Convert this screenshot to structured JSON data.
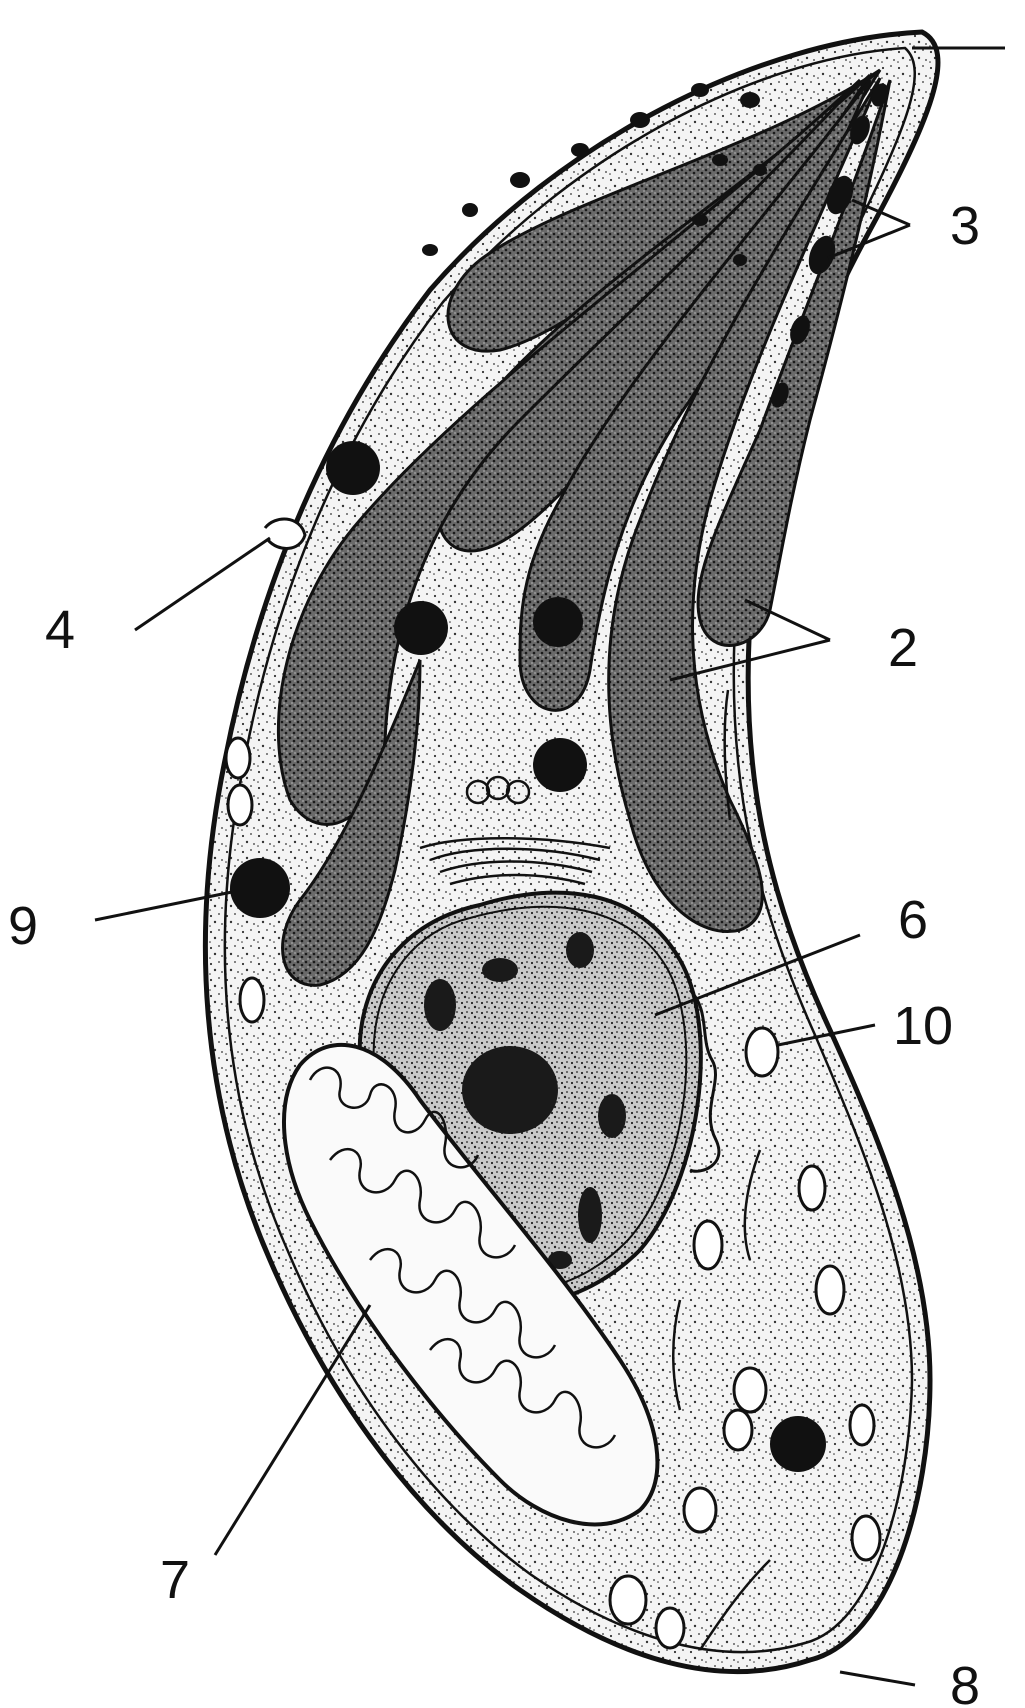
{
  "figure": {
    "labels": [
      {
        "id": "1",
        "text": ""
      },
      {
        "id": "2",
        "text": "2"
      },
      {
        "id": "3",
        "text": "3"
      },
      {
        "id": "4",
        "text": "4"
      },
      {
        "id": "6",
        "text": "6"
      },
      {
        "id": "7",
        "text": "7"
      },
      {
        "id": "8",
        "text": "8"
      },
      {
        "id": "9",
        "text": "9"
      },
      {
        "id": "10",
        "text": "10"
      }
    ]
  },
  "colors": {
    "ink": "#111111",
    "paper": "#ffffff",
    "fill_dark": "#2a2a2a",
    "fill_mid": "#555555",
    "fill_light": "#f2f2f2"
  }
}
